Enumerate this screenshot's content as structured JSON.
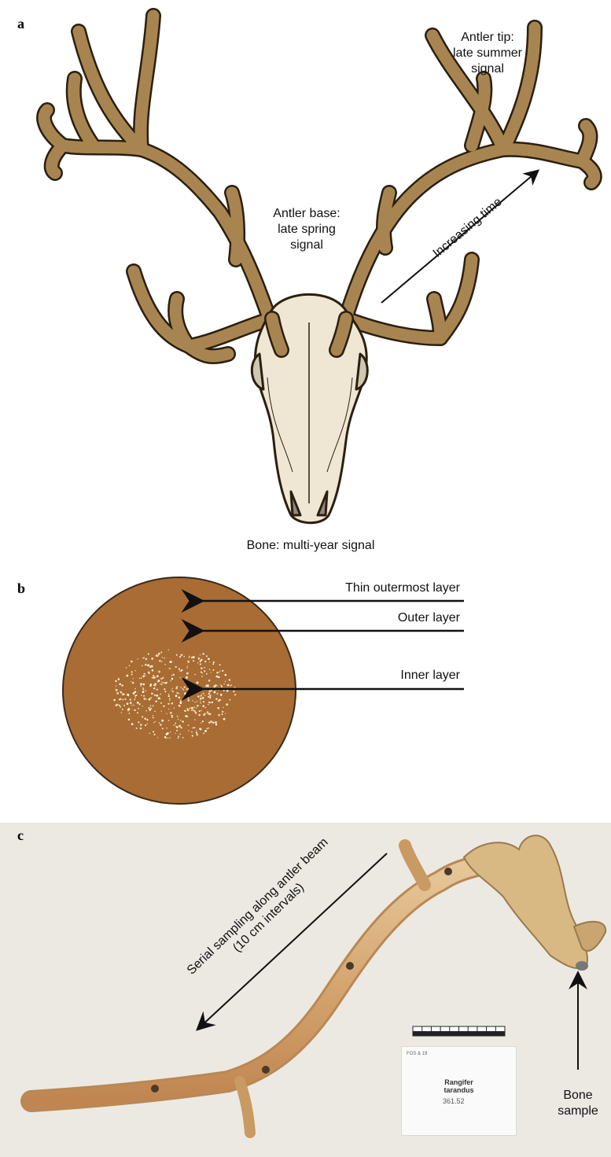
{
  "panels": {
    "a": "a",
    "b": "b",
    "c": "c"
  },
  "panel_a": {
    "antler_tip_label": [
      "Antler tip:",
      "late summer",
      "signal"
    ],
    "antler_base_label": [
      "Antler base:",
      "late spring",
      "signal"
    ],
    "increasing_time": "Increasing time",
    "bone_label": "Bone: multi-year signal"
  },
  "panel_b": {
    "thin_outer": "Thin outermost layer",
    "outer": "Outer layer",
    "inner": "Inner layer"
  },
  "panel_c": {
    "serial_sampling": [
      "Serial sampling along antler beam",
      "(10 cm intervals)"
    ],
    "bone_sample": [
      "Bone",
      "sample"
    ],
    "card_code": "FOS & 19",
    "card_species": [
      "Rangifer",
      "tarandus"
    ],
    "card_number": "361.52"
  },
  "colors": {
    "antler": "#a88550",
    "antler_outline": "#2a1f10",
    "skull": "#efe7d3",
    "disc": "#a86c34",
    "photo_bg": "#ece9e3"
  }
}
